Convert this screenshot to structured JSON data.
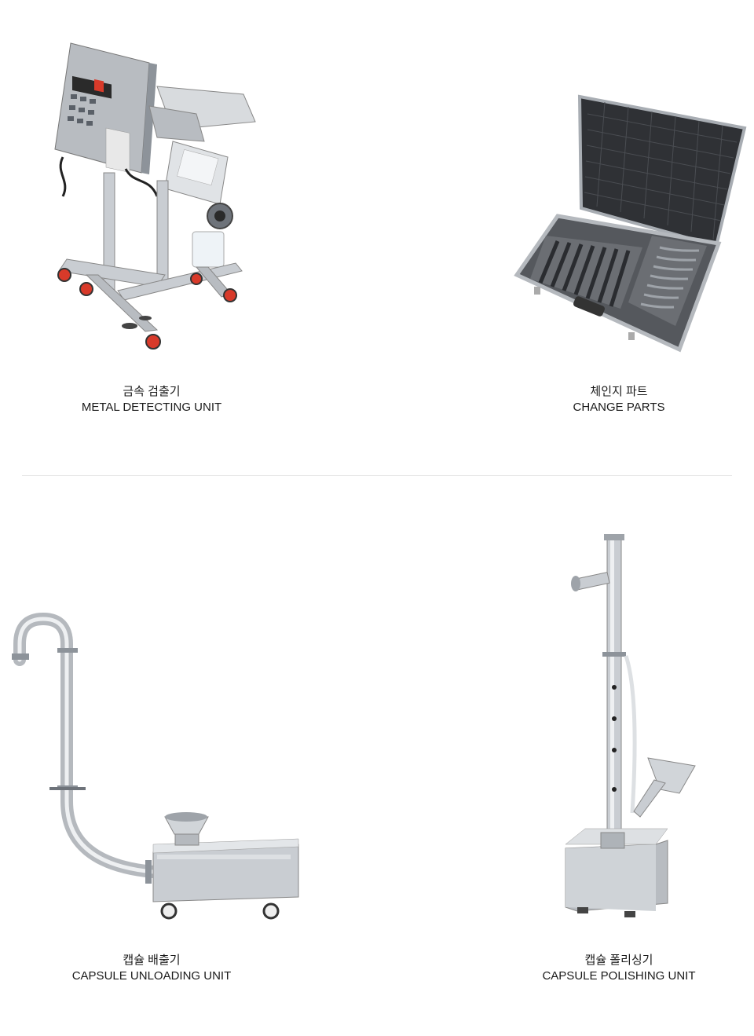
{
  "products": [
    {
      "id": "metal",
      "name_ko": "금속 검출기",
      "name_en": "METAL DETECTING UNIT"
    },
    {
      "id": "change",
      "name_ko": "체인지 파트",
      "name_en": "CHANGE PARTS"
    },
    {
      "id": "unloading",
      "name_ko": "캡슐 배출기",
      "name_en": "CAPSULE UNLOADING UNIT"
    },
    {
      "id": "polishing",
      "name_ko": "캡슐 폴리싱기",
      "name_en": "CAPSULE POLISHING UNIT"
    }
  ],
  "colors": {
    "steel": "#c9cdd2",
    "steel_dark": "#8d939a",
    "wheel": "#d83a2a",
    "case": "#3a3c40",
    "text": "#1a1a1a"
  }
}
